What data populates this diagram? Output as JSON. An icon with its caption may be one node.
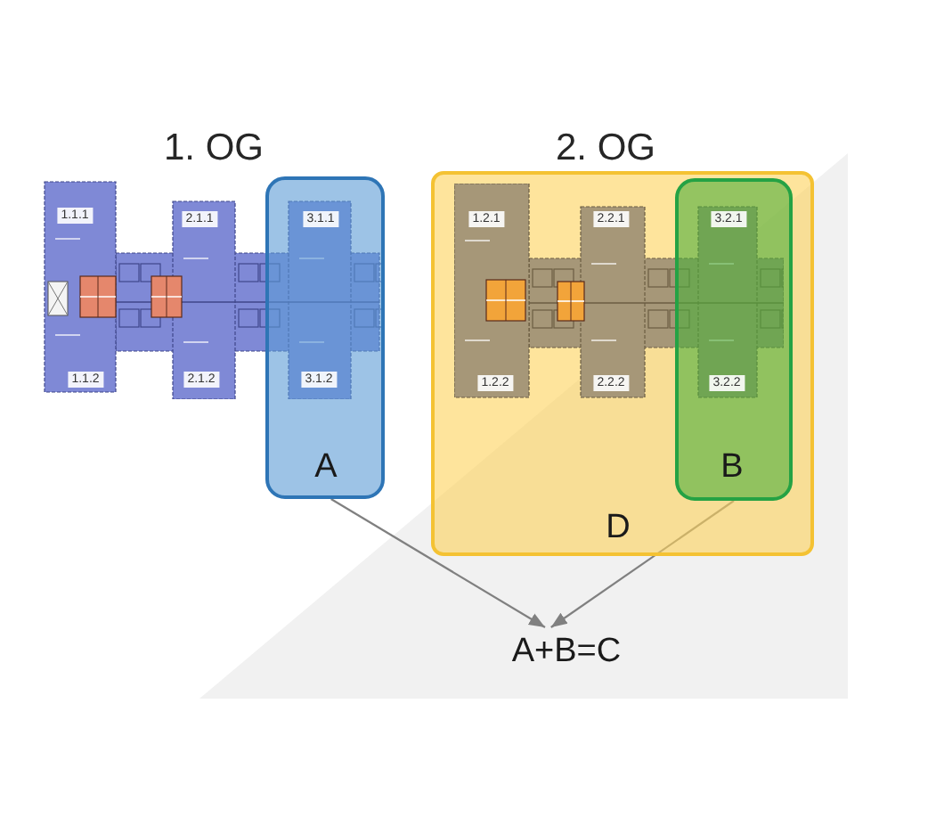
{
  "diagram": {
    "nodes": [
      {
        "text": [
          "1. OG",
          "1.1.1",
          "2.1.1",
          "1.1.2",
          "2.1.2"
        ]
      },
      {
        "text": [
          "3.1.1",
          "3.1.2",
          "A"
        ]
      },
      {
        "text": [
          "2. OG",
          "D"
        ]
      },
      {
        "text": [
          "1.2.1",
          "2.2.1",
          "1.2.2",
          "2.2.2"
        ],
        "in": 2
      },
      {
        "text": [
          "3.2.1",
          "3.2.2",
          "B"
        ],
        "in": 2
      },
      {
        "text": [
          "A+B=C"
        ]
      }
    ],
    "edges": [
      {
        "from": 1,
        "to": 5,
        "arrow": "to"
      },
      {
        "from": 4,
        "to": 5,
        "arrow": "to"
      }
    ]
  }
}
